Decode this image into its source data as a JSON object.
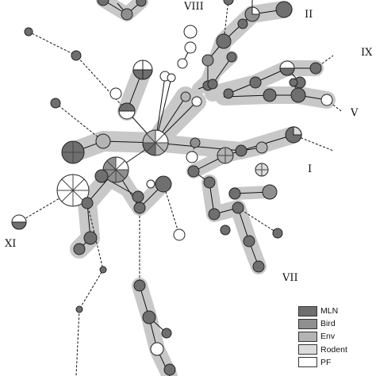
{
  "clusters": {
    "c1": "VIII",
    "c2": "II",
    "c3": "IX",
    "c4": "V",
    "c5": "I",
    "c6": "XI",
    "c7": "VII"
  },
  "legend": [
    {
      "label": "MLN",
      "color": "#6f6f6f"
    },
    {
      "label": "Bird",
      "color": "#8f8f8f"
    },
    {
      "label": "Env",
      "color": "#b4b4b4"
    },
    {
      "label": "Rodent",
      "color": "#dcdcdc"
    },
    {
      "label": "PF",
      "color": "#ffffff"
    }
  ],
  "colors": {
    "shade": "#c8c8c8",
    "edge": "#111111",
    "mln": "#6f6f6f",
    "bird": "#8f8f8f",
    "env": "#b4b4b4",
    "rodent": "#dcdcdc",
    "pf": "#ffffff"
  }
}
